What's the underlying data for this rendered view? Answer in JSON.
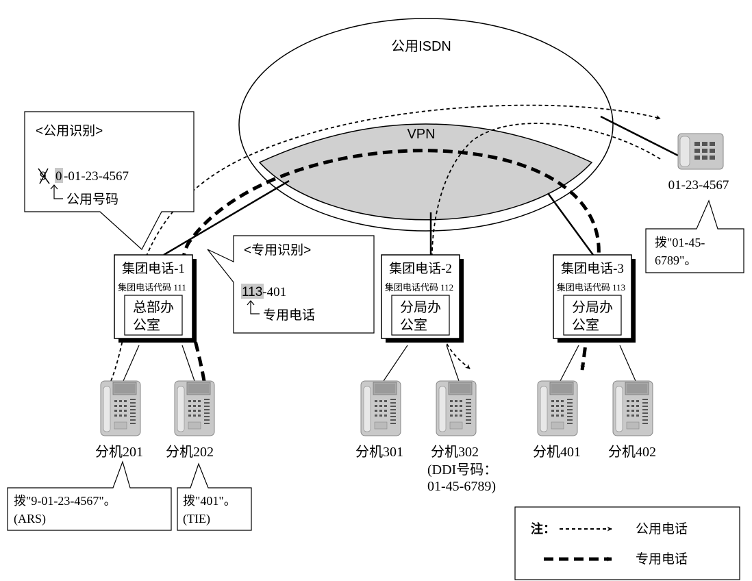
{
  "network": {
    "public_label": "公用ISDN",
    "vpn_label": "VPN",
    "vpn_fill": "#d0d0d0"
  },
  "public_callout": {
    "title": "<公用识别>",
    "struck_digit": "9",
    "highlight_digit": "0",
    "number_rest": "-01-23-4567",
    "note": "公用号码"
  },
  "private_callout": {
    "title": "<专用识别>",
    "highlight_code": "113",
    "number_rest": "-401",
    "note": "专用电话"
  },
  "pbx": [
    {
      "name": "集团电话-1",
      "code_label": "集团电话代码",
      "code": "111",
      "office_l1": "总部办",
      "office_l2": "公室"
    },
    {
      "name": "集团电话-2",
      "code_label": "集团电话代码",
      "code": "112",
      "office_l1": "分局办",
      "office_l2": "公室"
    },
    {
      "name": "集团电话-3",
      "code_label": "集团电话代码",
      "code": "113",
      "office_l1": "分局办",
      "office_l2": "公室"
    }
  ],
  "extensions": [
    {
      "label": "分机201"
    },
    {
      "label": "分机202"
    },
    {
      "label": "分机301"
    },
    {
      "label": "分机302",
      "extra_l1": "(DDI号码：",
      "extra_l2": "01-45-6789)"
    },
    {
      "label": "分机401"
    },
    {
      "label": "分机402"
    }
  ],
  "external_phone": {
    "number": "01-23-4567",
    "callout_l1": "拨\"01-45-",
    "callout_l2": "6789\"。"
  },
  "bubbles": {
    "ext201_l1": "拨\"9-01-23-4567\"。",
    "ext201_l2": "(ARS)",
    "ext202_l1": "拨\"401\"。",
    "ext202_l2": "(TIE)"
  },
  "legend": {
    "title": "注：",
    "public": "公用电话",
    "private": "专用电话"
  }
}
